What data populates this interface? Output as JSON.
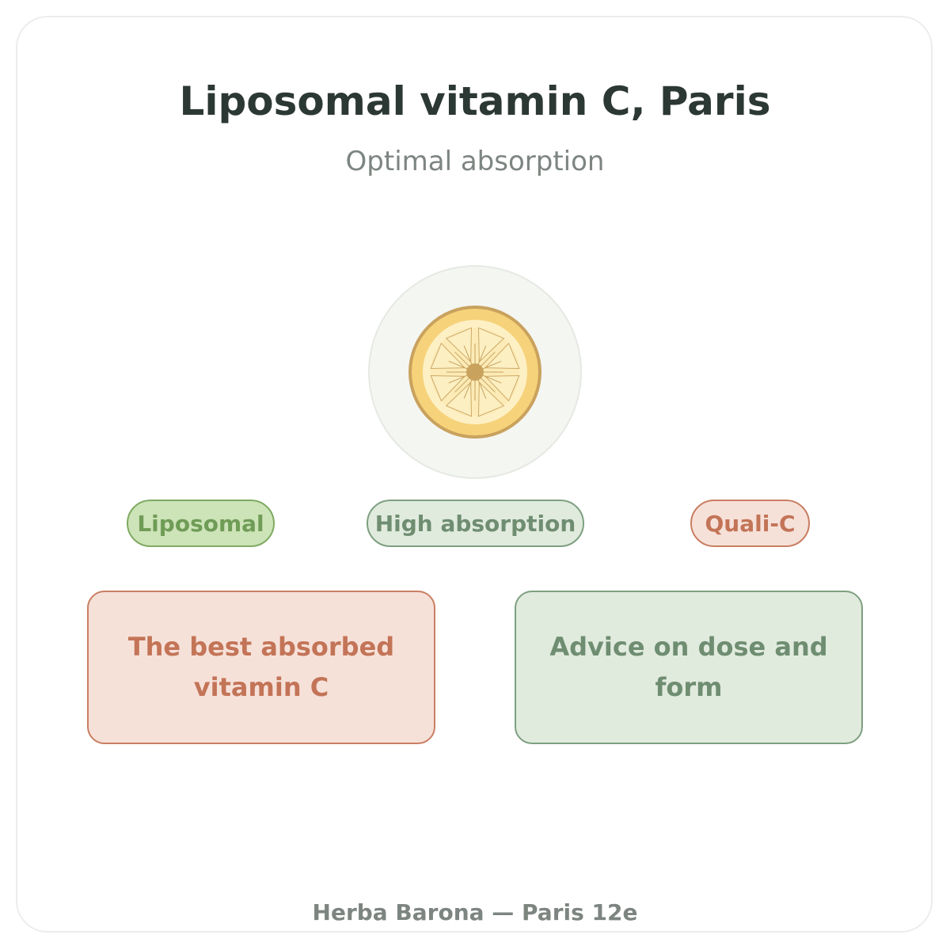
{
  "header": {
    "title": "Liposomal vitamin C, Paris",
    "subtitle": "Optimal absorption"
  },
  "emblem": {
    "icon": "lemon-slice-icon",
    "colors": {
      "halo": "#f4f6f2",
      "rind": "#f6d27a",
      "rind_stroke": "#c9a25e",
      "flesh": "#fdf0c4",
      "center": "#c9a25e"
    }
  },
  "tags": [
    {
      "label": "Liposomal",
      "color": "#6f9c56"
    },
    {
      "label": "High absorption",
      "color": "#6f8d71"
    },
    {
      "label": "Quali-C",
      "color": "#c37457"
    }
  ],
  "boxes": [
    {
      "text": "The best absorbed vitamin C",
      "color": "#c37457"
    },
    {
      "text": "Advice on dose and form",
      "color": "#6f8d71"
    }
  ],
  "footer": {
    "text": "Herba Barona — Paris 12e"
  }
}
